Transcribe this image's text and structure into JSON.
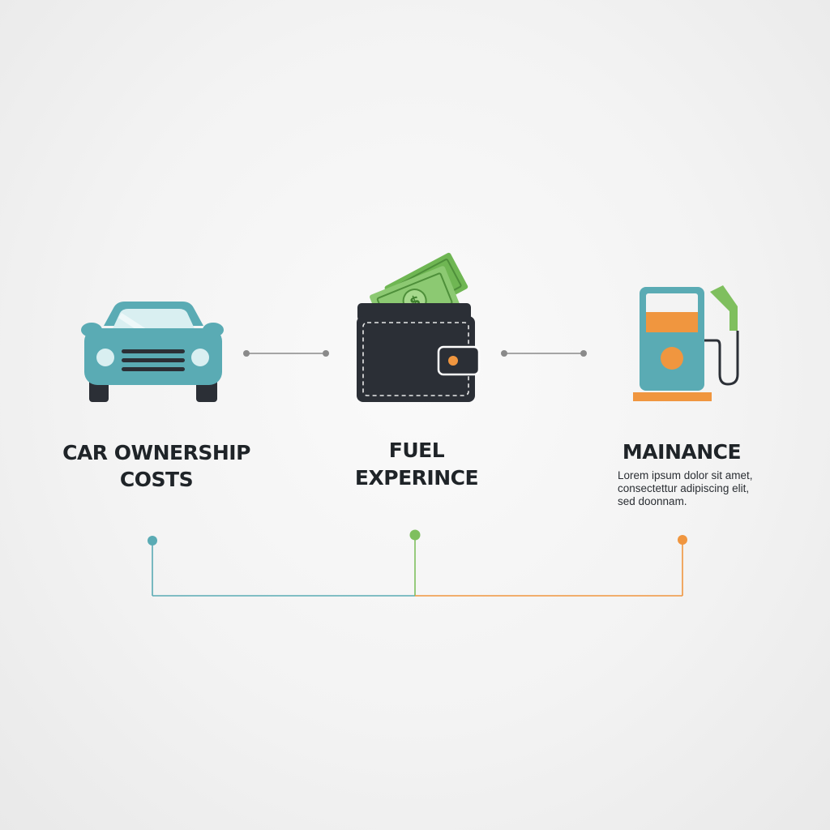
{
  "colors": {
    "teal": "#5aabb4",
    "teal_dark": "#3f8d96",
    "dark": "#2b2f36",
    "green": "#7fbf5e",
    "orange": "#f0963f",
    "gray_line": "#8a8a8a"
  },
  "items": [
    {
      "icon": "car-icon",
      "title_lines": [
        "CAR OWNERSHIP",
        "COSTS"
      ]
    },
    {
      "icon": "wallet-icon",
      "title_lines": [
        "FUEL",
        "EXPERINCE"
      ]
    },
    {
      "icon": "fuel-pump-icon",
      "title_lines": [
        "MAINANCE"
      ],
      "description_lines": [
        "Lorem ipsum dolor sit amet,",
        "consectettur adipiscing elit,",
        "sed doonnam."
      ]
    }
  ]
}
